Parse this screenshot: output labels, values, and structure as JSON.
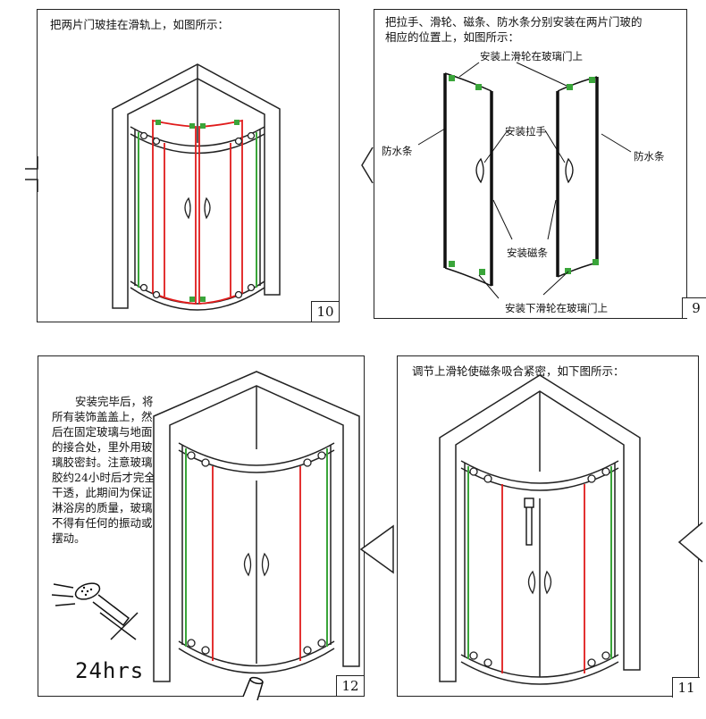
{
  "panels": {
    "p10": {
      "text": "把两片门玻挂在滑轨上，如图所示：",
      "number": "10"
    },
    "p9": {
      "text_line1": "把拉手、滑轮、磁条、防水条分别安装在两片门玻的",
      "text_line2": "相应的位置上，如图所示：",
      "number": "9",
      "labels": {
        "top_roller": "安装上滑轮在玻璃门上",
        "handle": "安装拉手",
        "waterproof_left": "防水条",
        "waterproof_right": "防水条",
        "magnet": "安装磁条",
        "bottom_roller": "安装下滑轮在玻璃门上"
      }
    },
    "p12": {
      "text": [
        "安装完毕后，将",
        "所有装饰盖盖上，然",
        "后在固定玻璃与地面",
        "的接合处，里外用玻",
        "璃胶密封。注意玻璃",
        "胶约24小时后才完全",
        "干透，此期间为保证",
        "淋浴房的质量，玻璃",
        "不得有任何的振动或",
        "摆动。"
      ],
      "hours": "24hrs",
      "number": "12"
    },
    "p11": {
      "text": "调节上滑轮使磁条吸合紧密，如下图所示：",
      "number": "11"
    }
  },
  "colors": {
    "frame": "#222222",
    "red_glass": "#e01b1b",
    "green_strip": "#3aa53a"
  }
}
